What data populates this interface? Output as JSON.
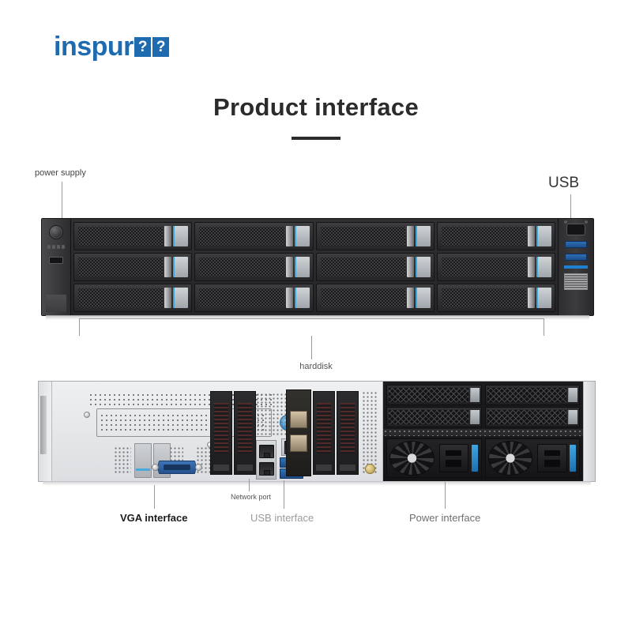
{
  "logo": {
    "wordmark": "inspur",
    "tofu_chars": [
      "?",
      "?"
    ],
    "color": "#1f6bb0"
  },
  "header": {
    "title": "Product interface",
    "title_color": "#2b2b2b",
    "underline_color": "#2b2b2b"
  },
  "front_view": {
    "callouts": {
      "power_supply": "power supply",
      "usb": "USB",
      "harddisk": "harddisk"
    },
    "left_ear": {
      "power_button": "power-button",
      "led_count": 4,
      "usb_slot": "front-usb-slot"
    },
    "drive_bays": {
      "rows": 3,
      "columns": 4,
      "accent_color": "#3aa7d8"
    },
    "right_ear": {
      "vga_port": "vga-port",
      "usb3_ports": 2,
      "usb3_color": "#2f6fb5",
      "blue_bar_color": "#1f7fd0",
      "label_sticker": "service-label"
    }
  },
  "rear_view": {
    "callouts": {
      "vga": "VGA interface",
      "network": "Network port",
      "usb": "USB interface",
      "power": "Power interface"
    },
    "callout_colors": {
      "vga": "#1c1c1c",
      "network": "#555555",
      "usb": "#9b9b9b",
      "power": "#6f6f6f"
    },
    "io_panel": {
      "vga_port_color": "#3f74b8",
      "thumbscrew_color": "#2f83c4",
      "usb3_port_count": 2,
      "usb3_color": "#3073b8",
      "rj45_stack_count": 2,
      "rj45_single_count": 1,
      "pcie_bracket_count": 4,
      "slot_blank_count": 2
    },
    "rear_drives": {
      "rows": 2,
      "columns": 2,
      "accent_color": "#3aa7d8"
    },
    "psu": {
      "count": 2,
      "handle_color": "#3ea7e0",
      "inlet_type": "C14"
    }
  }
}
